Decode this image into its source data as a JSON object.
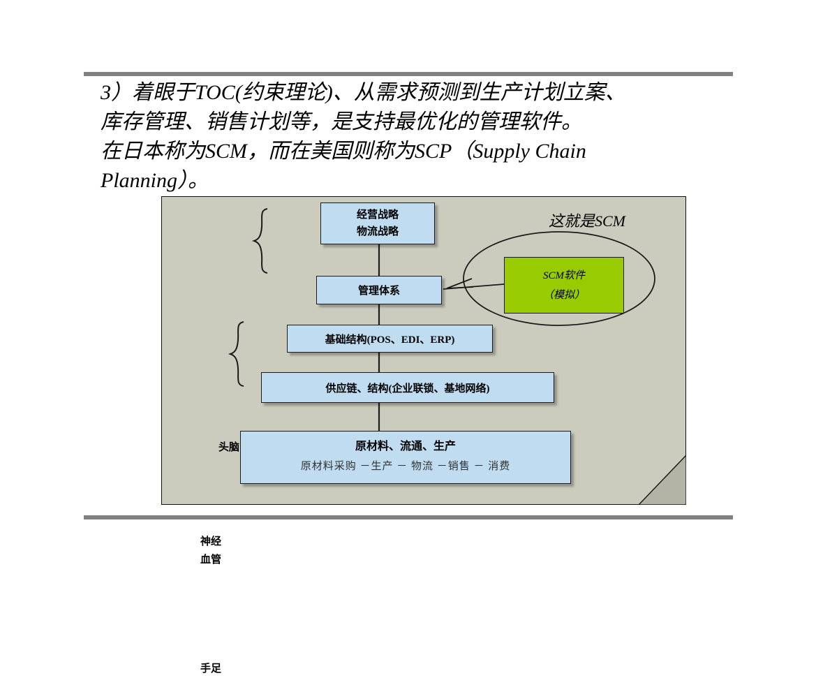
{
  "slide": {
    "heading": "3）着眼于TOC(约束理论)、从需求预测到生产计划立案、\n库存管理、销售计划等，是支持最优化的管理软件。\n在日本称为SCM，而在美国则称为SCP（Supply Chain\nPlanning）。"
  },
  "diagram": {
    "callout_title": "这就是SCM",
    "boxes": {
      "strategy": {
        "line1": "经营战略",
        "line2": "物流战略"
      },
      "management": {
        "line1": "管理体系"
      },
      "infrastructure": {
        "line1": "基础结构(POS、EDI、ERP)"
      },
      "supply_chain": {
        "line1": "供应链、结构(企业联锁、基地网络)"
      },
      "base": {
        "line1": "原材料、流通、生产",
        "line2": "原材料采购 －生产 － 物流 －销售 － 消费"
      },
      "scm_software": {
        "line1": "SCM软件",
        "line2": "（模拟）"
      }
    },
    "section_labels": {
      "brain": "头脑",
      "nerve": "神经\n血管",
      "limb": "手足"
    }
  },
  "colors": {
    "panel_background": "#ccccbe",
    "box_fill": "#bfdcf0",
    "scm_box_fill": "#99cc00",
    "rule": "#808080",
    "outline": "#1a1a1a"
  }
}
